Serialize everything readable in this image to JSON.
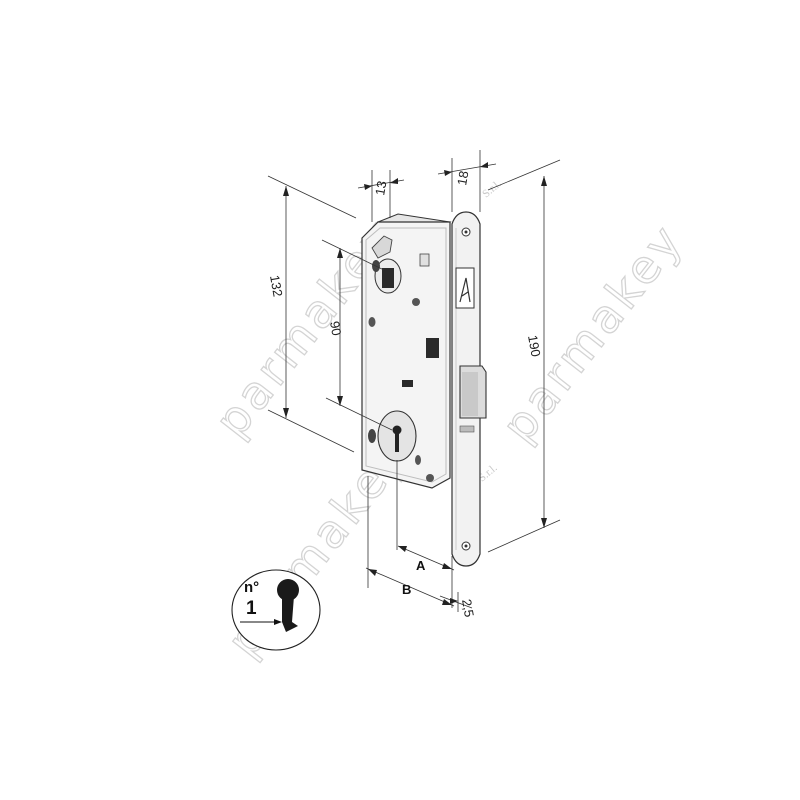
{
  "dimensions": {
    "width_case": "13",
    "width_face": "18",
    "height_case": "132",
    "height_face": "190",
    "keyhole_distance": "90",
    "backset_a": "A",
    "backset_b": "B",
    "face_offset": "2,5"
  },
  "keyhole_badge": {
    "prefix": "n°",
    "number": "1"
  },
  "watermark": {
    "brand": "parmakey",
    "suffix": "S.r.l."
  },
  "colors": {
    "outline": "#333333",
    "plate_fill": "#f4f4f4",
    "shade": "#c9c9c9",
    "dark": "#2a2a2a",
    "watermark": "#d4d4d4"
  }
}
